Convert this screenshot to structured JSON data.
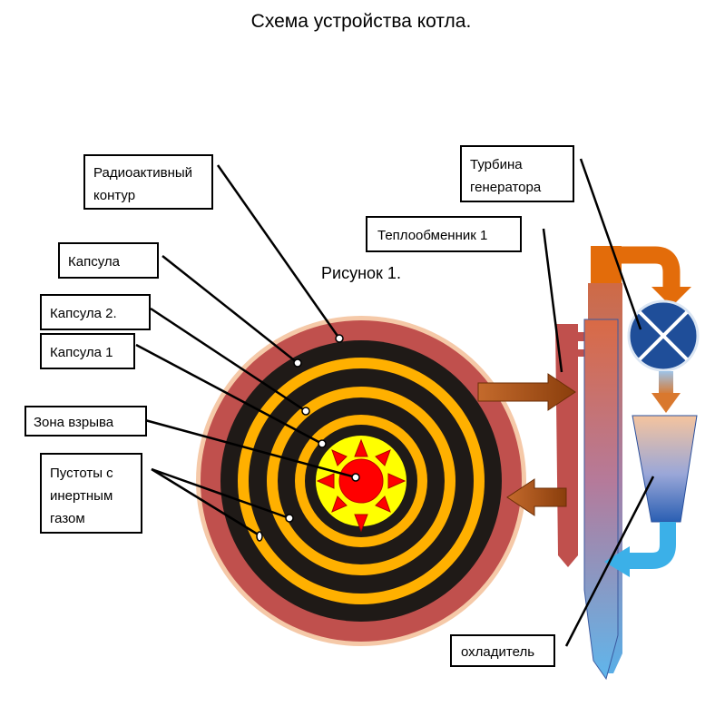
{
  "title": "Схема устройства котла.",
  "figure_caption": "Рисунок 1.",
  "labels": {
    "radioactive_contour": [
      "Радиоактивный",
      "контур"
    ],
    "capsule": "Капсула",
    "capsule_2": "Капсула 2.",
    "capsule_1": "Капсула 1",
    "blast_zone": "Зона взрыва",
    "voids": [
      "Пустоты с",
      "инертным",
      "газом"
    ],
    "turbine": [
      "Турбина",
      "генератора"
    ],
    "heat_exchanger": "Теплообменник 1",
    "coolant": "охладитель"
  },
  "colors": {
    "outer_ring": "#c0504d",
    "outer_edge": "#f5c9a8",
    "dark_ring": "#1f1a17",
    "gold_ring": "#ffb000",
    "core_yellow": "#ffff00",
    "core_red": "#ff0000",
    "arrow_brown": "#9c4a0f",
    "hot_orange": "#e36c0a",
    "cold_blue": "#3bb0e8",
    "turbine_blue": "#1f4e99"
  }
}
